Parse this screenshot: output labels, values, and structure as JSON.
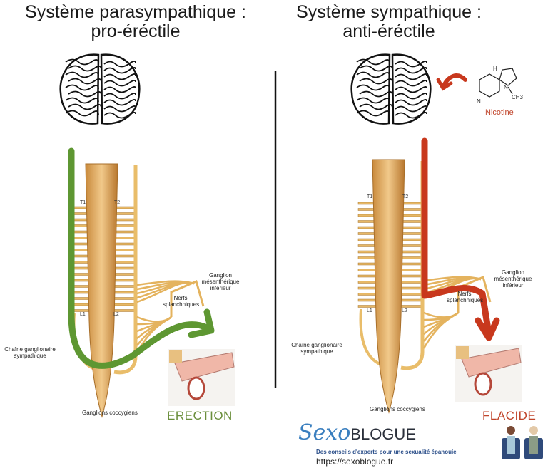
{
  "left_panel": {
    "title_line1": "Système parasympathique :",
    "title_line2": "pro-éréctile",
    "caption": "ERECTION",
    "arrow_color": "#5e9732",
    "caption_color": "#6b8f3c"
  },
  "right_panel": {
    "title_line1": "Système sympathique :",
    "title_line2": "anti-éréctile",
    "caption": "FLACIDE",
    "arrow_color": "#c8381d",
    "caption_color": "#c0442a",
    "molecule_label": "Nicotine",
    "molecule_group": "CH3",
    "molecule_atom_n1": "N",
    "molecule_atom_n2": "N",
    "molecule_atom_h": "H"
  },
  "anatomy_labels": {
    "t1": "T1",
    "t2": "T2",
    "l1": "L1",
    "l2": "L2",
    "nerfs": "Nerfs splanchniques",
    "ganglion": "Ganglion mésenthérique inférieur",
    "chaine": "Chaîne ganglionaire sympathique",
    "coccygiens": "Ganglions coccygiens"
  },
  "branding": {
    "logo_script": "Sexo",
    "logo_word": "BLOGUE",
    "tagline": "Des conseils d'experts pour une sexualité épanouie",
    "url": "https://sexoblogue.fr"
  }
}
